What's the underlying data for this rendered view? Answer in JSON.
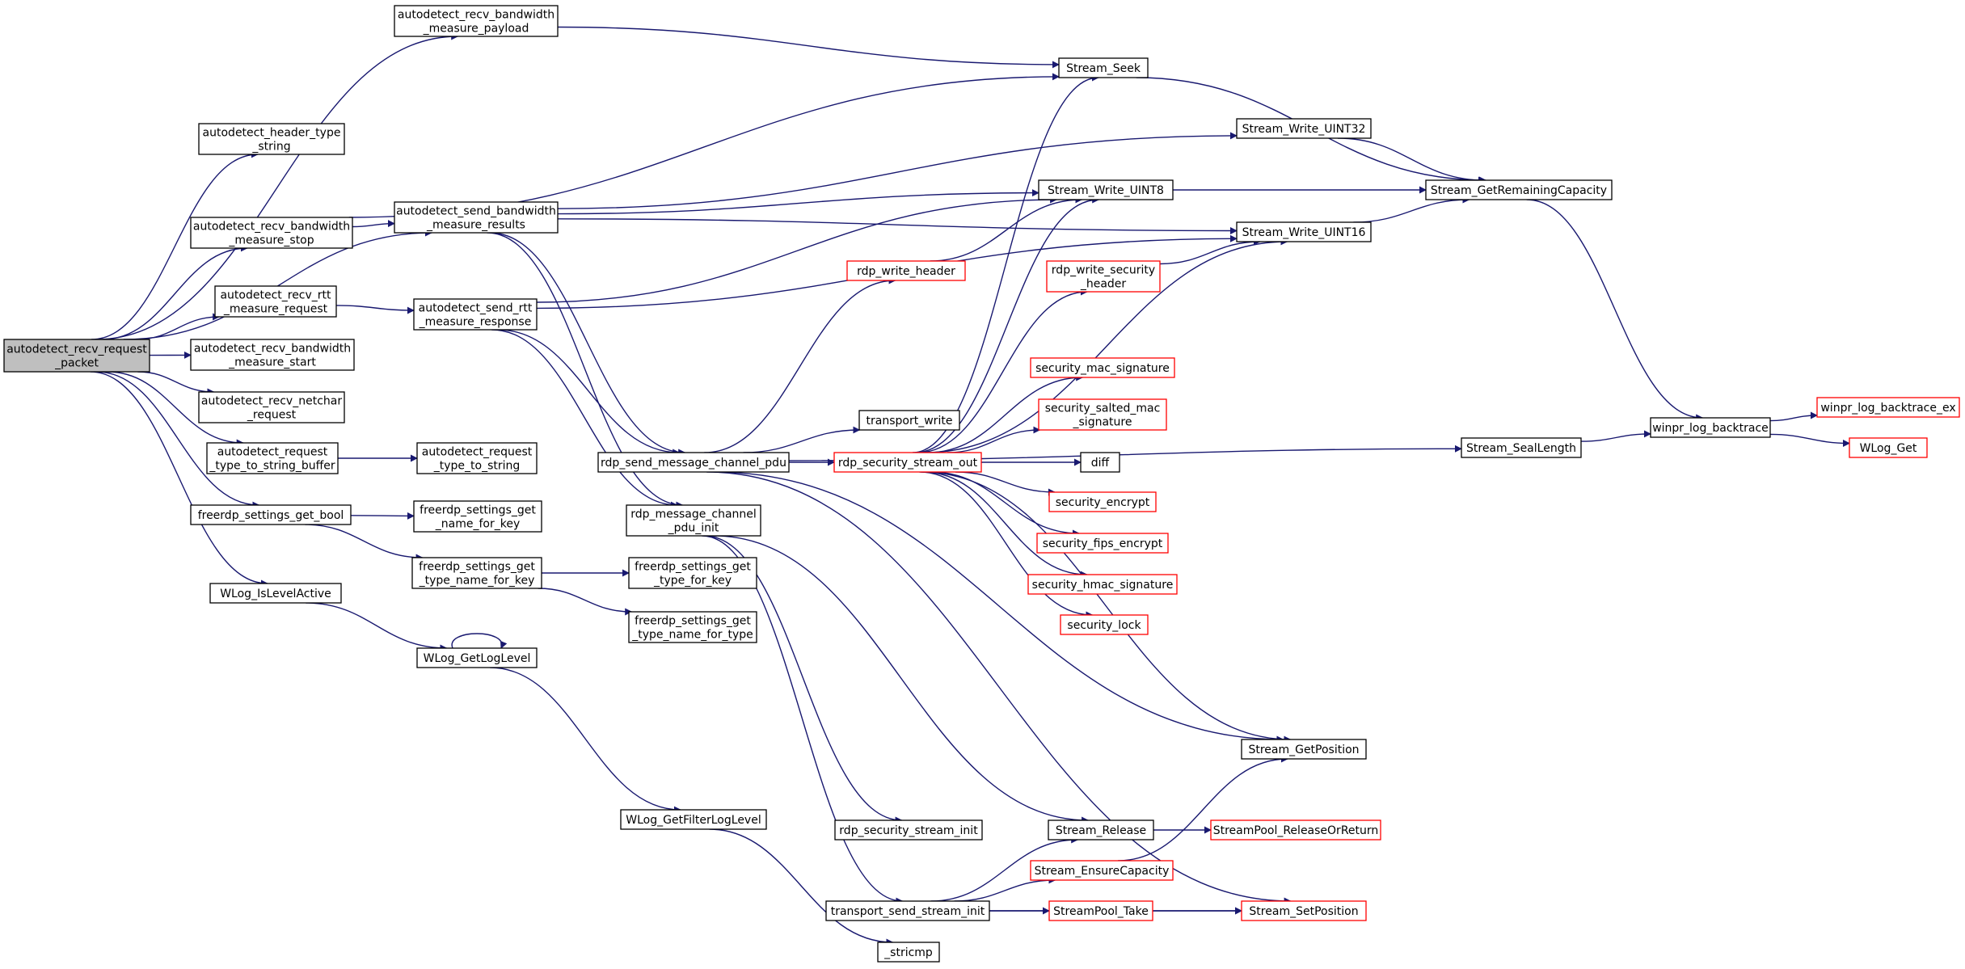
{
  "diagram": {
    "colors": {
      "edge": "#191970",
      "node_border": "#000000",
      "truncated_border": "#ff0000",
      "root_fill": "#bfbfbf",
      "background": "#ffffff"
    },
    "nodes": [
      {
        "id": "root",
        "lines": [
          "autodetect_recv_request",
          "_packet"
        ],
        "style": "root"
      },
      {
        "id": "rbm_payload",
        "lines": [
          "autodetect_recv_bandwidth",
          "_measure_payload"
        ]
      },
      {
        "id": "header_type",
        "lines": [
          "autodetect_header_type",
          "_string"
        ]
      },
      {
        "id": "rbm_stop",
        "lines": [
          "autodetect_recv_bandwidth",
          "_measure_stop"
        ]
      },
      {
        "id": "sbm_results",
        "lines": [
          "autodetect_send_bandwidth",
          "_measure_results"
        ]
      },
      {
        "id": "rrtt_req",
        "lines": [
          "autodetect_recv_rtt",
          "_measure_request"
        ]
      },
      {
        "id": "srtt_resp",
        "lines": [
          "autodetect_send_rtt",
          "_measure_response"
        ]
      },
      {
        "id": "rbm_start",
        "lines": [
          "autodetect_recv_bandwidth",
          "_measure_start"
        ]
      },
      {
        "id": "netchar",
        "lines": [
          "autodetect_recv_netchar",
          "_request"
        ]
      },
      {
        "id": "req_type_buf",
        "lines": [
          "autodetect_request",
          "_type_to_string_buffer"
        ]
      },
      {
        "id": "req_type",
        "lines": [
          "autodetect_request",
          "_type_to_string"
        ]
      },
      {
        "id": "fs_get_bool",
        "lines": [
          "freerdp_settings_get_bool"
        ]
      },
      {
        "id": "fs_name_key",
        "lines": [
          "freerdp_settings_get",
          "_name_for_key"
        ]
      },
      {
        "id": "fs_type_name_key",
        "lines": [
          "freerdp_settings_get",
          "_type_name_for_key"
        ]
      },
      {
        "id": "fs_type_key",
        "lines": [
          "freerdp_settings_get",
          "_type_for_key"
        ]
      },
      {
        "id": "fs_type_name_type",
        "lines": [
          "freerdp_settings_get",
          "_type_name_for_type"
        ]
      },
      {
        "id": "wlog_active",
        "lines": [
          "WLog_IsLevelActive"
        ]
      },
      {
        "id": "wlog_getlevel",
        "lines": [
          "WLog_GetLogLevel"
        ]
      },
      {
        "id": "wlog_filter",
        "lines": [
          "WLog_GetFilterLogLevel"
        ]
      },
      {
        "id": "stricmp",
        "lines": [
          "_stricmp"
        ]
      },
      {
        "id": "rdp_send_mcp",
        "lines": [
          "rdp_send_message_channel_pdu"
        ]
      },
      {
        "id": "rdp_mcp_init",
        "lines": [
          "rdp_message_channel",
          "_pdu_init"
        ]
      },
      {
        "id": "rdp_write_header",
        "lines": [
          "rdp_write_header"
        ],
        "style": "red"
      },
      {
        "id": "transport_write",
        "lines": [
          "transport_write"
        ]
      },
      {
        "id": "rdp_sec_out",
        "lines": [
          "rdp_security_stream_out"
        ],
        "style": "red"
      },
      {
        "id": "rdp_sec_init",
        "lines": [
          "rdp_security_stream_init"
        ]
      },
      {
        "id": "transport_ssi",
        "lines": [
          "transport_send_stream_init"
        ]
      },
      {
        "id": "stream_seek",
        "lines": [
          "Stream_Seek"
        ]
      },
      {
        "id": "sw_u32",
        "lines": [
          "Stream_Write_UINT32"
        ]
      },
      {
        "id": "sw_u8",
        "lines": [
          "Stream_Write_UINT8"
        ]
      },
      {
        "id": "sw_u16",
        "lines": [
          "Stream_Write_UINT16"
        ]
      },
      {
        "id": "s_rem_cap",
        "lines": [
          "Stream_GetRemainingCapacity"
        ]
      },
      {
        "id": "rdp_wsh",
        "lines": [
          "rdp_write_security",
          "_header"
        ],
        "style": "red"
      },
      {
        "id": "sec_mac",
        "lines": [
          "security_mac_signature"
        ],
        "style": "red"
      },
      {
        "id": "sec_salted",
        "lines": [
          "security_salted_mac",
          "_signature"
        ],
        "style": "red"
      },
      {
        "id": "diff",
        "lines": [
          "diff"
        ]
      },
      {
        "id": "sec_encrypt",
        "lines": [
          "security_encrypt"
        ],
        "style": "red"
      },
      {
        "id": "sec_fips",
        "lines": [
          "security_fips_encrypt"
        ],
        "style": "red"
      },
      {
        "id": "sec_hmac",
        "lines": [
          "security_hmac_signature"
        ],
        "style": "red"
      },
      {
        "id": "sec_lock",
        "lines": [
          "security_lock"
        ],
        "style": "red"
      },
      {
        "id": "s_getpos",
        "lines": [
          "Stream_GetPosition"
        ]
      },
      {
        "id": "s_release",
        "lines": [
          "Stream_Release"
        ]
      },
      {
        "id": "s_ensure",
        "lines": [
          "Stream_EnsureCapacity"
        ],
        "style": "red"
      },
      {
        "id": "sp_take",
        "lines": [
          "StreamPool_Take"
        ],
        "style": "red"
      },
      {
        "id": "s_setpos",
        "lines": [
          "Stream_SetPosition"
        ],
        "style": "red"
      },
      {
        "id": "sp_release",
        "lines": [
          "StreamPool_ReleaseOrReturn"
        ],
        "style": "red"
      },
      {
        "id": "s_seal",
        "lines": [
          "Stream_SealLength"
        ]
      },
      {
        "id": "winpr_bt",
        "lines": [
          "winpr_log_backtrace"
        ]
      },
      {
        "id": "winpr_bt_ex",
        "lines": [
          "winpr_log_backtrace_ex"
        ],
        "style": "red"
      },
      {
        "id": "wlog_get",
        "lines": [
          "WLog_Get"
        ],
        "style": "red"
      }
    ],
    "edges": [
      [
        "root",
        "rbm_payload"
      ],
      [
        "root",
        "header_type"
      ],
      [
        "root",
        "rbm_stop"
      ],
      [
        "root",
        "sbm_results"
      ],
      [
        "root",
        "rrtt_req"
      ],
      [
        "root",
        "rbm_start"
      ],
      [
        "root",
        "netchar"
      ],
      [
        "root",
        "req_type_buf"
      ],
      [
        "root",
        "fs_get_bool"
      ],
      [
        "root",
        "wlog_active"
      ],
      [
        "rbm_payload",
        "stream_seek"
      ],
      [
        "rbm_stop",
        "stream_seek"
      ],
      [
        "rbm_stop",
        "sbm_results"
      ],
      [
        "sbm_results",
        "sw_u32"
      ],
      [
        "sbm_results",
        "sw_u8"
      ],
      [
        "sbm_results",
        "sw_u16"
      ],
      [
        "sbm_results",
        "rdp_send_mcp"
      ],
      [
        "sbm_results",
        "rdp_mcp_init"
      ],
      [
        "rrtt_req",
        "srtt_resp"
      ],
      [
        "srtt_resp",
        "sw_u8"
      ],
      [
        "srtt_resp",
        "sw_u16"
      ],
      [
        "srtt_resp",
        "rdp_send_mcp"
      ],
      [
        "srtt_resp",
        "rdp_mcp_init"
      ],
      [
        "req_type_buf",
        "req_type"
      ],
      [
        "fs_get_bool",
        "fs_name_key"
      ],
      [
        "fs_get_bool",
        "fs_type_name_key"
      ],
      [
        "fs_type_name_key",
        "fs_type_key"
      ],
      [
        "fs_type_name_key",
        "fs_type_name_type"
      ],
      [
        "wlog_active",
        "wlog_getlevel"
      ],
      [
        "wlog_getlevel",
        "wlog_getlevel"
      ],
      [
        "wlog_getlevel",
        "wlog_filter"
      ],
      [
        "wlog_filter",
        "stricmp"
      ],
      [
        "rdp_send_mcp",
        "rdp_write_header"
      ],
      [
        "rdp_send_mcp",
        "transport_write"
      ],
      [
        "rdp_send_mcp",
        "rdp_sec_out"
      ],
      [
        "rdp_send_mcp",
        "s_seal"
      ],
      [
        "rdp_send_mcp",
        "s_getpos"
      ],
      [
        "rdp_send_mcp",
        "s_setpos"
      ],
      [
        "rdp_mcp_init",
        "rdp_sec_init"
      ],
      [
        "rdp_mcp_init",
        "transport_ssi"
      ],
      [
        "rdp_mcp_init",
        "s_release"
      ],
      [
        "rdp_write_header",
        "sw_u8"
      ],
      [
        "rdp_sec_out",
        "stream_seek"
      ],
      [
        "rdp_sec_out",
        "sw_u8"
      ],
      [
        "rdp_sec_out",
        "sw_u16"
      ],
      [
        "rdp_sec_out",
        "rdp_wsh"
      ],
      [
        "rdp_sec_out",
        "sec_mac"
      ],
      [
        "rdp_sec_out",
        "sec_salted"
      ],
      [
        "rdp_sec_out",
        "diff"
      ],
      [
        "rdp_sec_out",
        "sec_encrypt"
      ],
      [
        "rdp_sec_out",
        "sec_fips"
      ],
      [
        "rdp_sec_out",
        "sec_hmac"
      ],
      [
        "rdp_sec_out",
        "sec_lock"
      ],
      [
        "rdp_sec_out",
        "s_getpos"
      ],
      [
        "rdp_wsh",
        "sw_u16"
      ],
      [
        "stream_seek",
        "s_rem_cap"
      ],
      [
        "sw_u32",
        "s_rem_cap"
      ],
      [
        "sw_u8",
        "s_rem_cap"
      ],
      [
        "sw_u16",
        "s_rem_cap"
      ],
      [
        "s_rem_cap",
        "winpr_bt"
      ],
      [
        "s_seal",
        "winpr_bt"
      ],
      [
        "winpr_bt",
        "winpr_bt_ex"
      ],
      [
        "winpr_bt",
        "wlog_get"
      ],
      [
        "transport_ssi",
        "s_release"
      ],
      [
        "transport_ssi",
        "s_ensure"
      ],
      [
        "transport_ssi",
        "sp_take"
      ],
      [
        "transport_ssi",
        "s_setpos"
      ],
      [
        "s_ensure",
        "s_getpos"
      ],
      [
        "sp_take",
        "s_setpos"
      ],
      [
        "s_release",
        "sp_release"
      ]
    ]
  }
}
